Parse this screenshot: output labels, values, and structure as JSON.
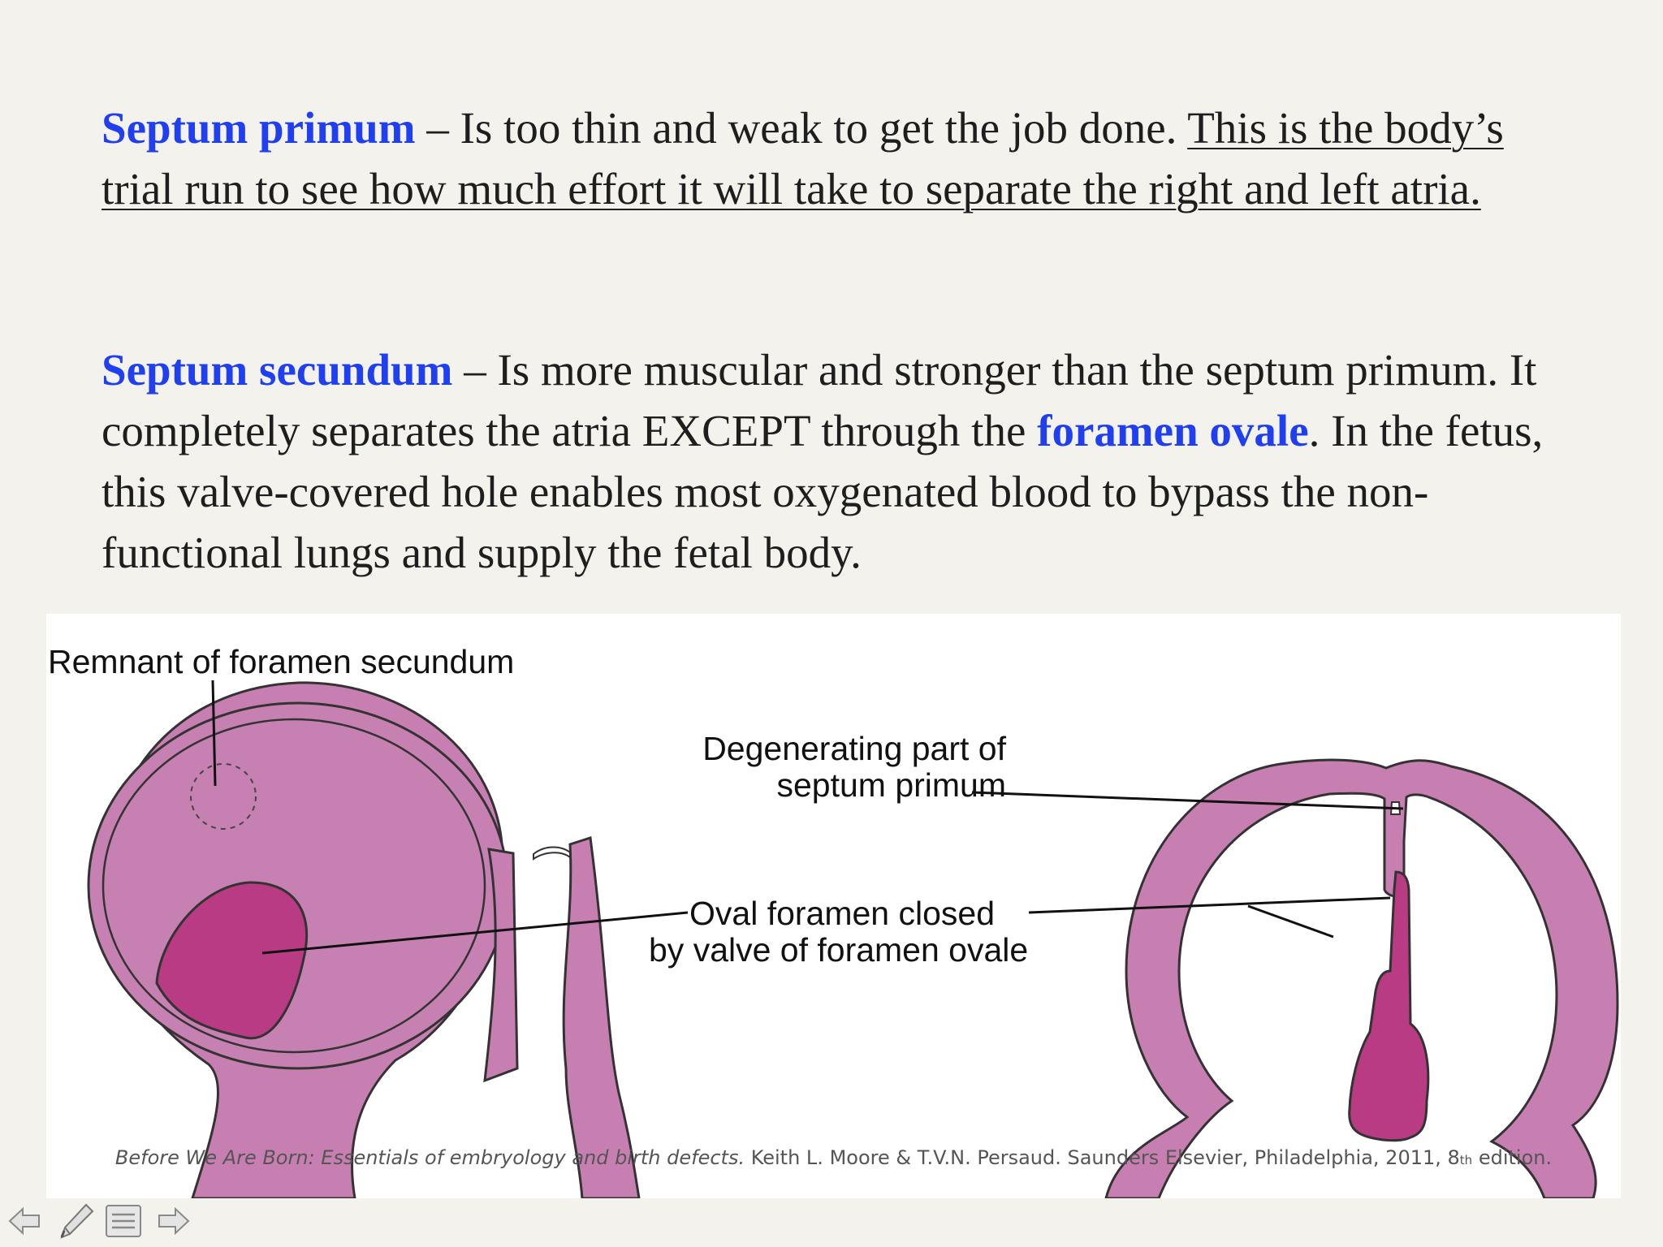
{
  "para1": {
    "term": "Septum primum",
    "text": " – Is too thin and weak to get the job done. ",
    "underlined": "This is the body’s trial run to see how much effort it will take to separate the right and left atria."
  },
  "para2": {
    "term": "Septum secundum",
    "text1": " – Is more muscular and stronger than the septum primum. It completely separates the atria EXCEPT through the ",
    "term2": "foramen ovale",
    "text2": ". In the fetus, this valve-covered hole enables most oxygenated blood to bypass the non-functional lungs and supply the fetal body."
  },
  "figure": {
    "label_remnant": "Remnant of foramen secundum",
    "label_degen_1": "Degenerating part of",
    "label_degen_2": "septum primum",
    "label_oval_1": "Oval foramen closed",
    "label_oval_2": "by valve of foramen ovale",
    "caption_title": "Before We Are Born: Essentials of embryology and birth defects.",
    "caption_rest": " Keith L. Moore & T.V.N. Persaud. Saunders Elsevier, Philadelphia, 2011, 8",
    "caption_sup": "th",
    "caption_end": " edition."
  },
  "colors": {
    "tissue": "#c77fb1",
    "valve": "#b83b83",
    "outline": "#333333",
    "term": "#1f3ff0"
  },
  "nav": {
    "icons": [
      "arrow-left-icon",
      "pen-icon",
      "menu-icon",
      "arrow-right-icon"
    ]
  }
}
